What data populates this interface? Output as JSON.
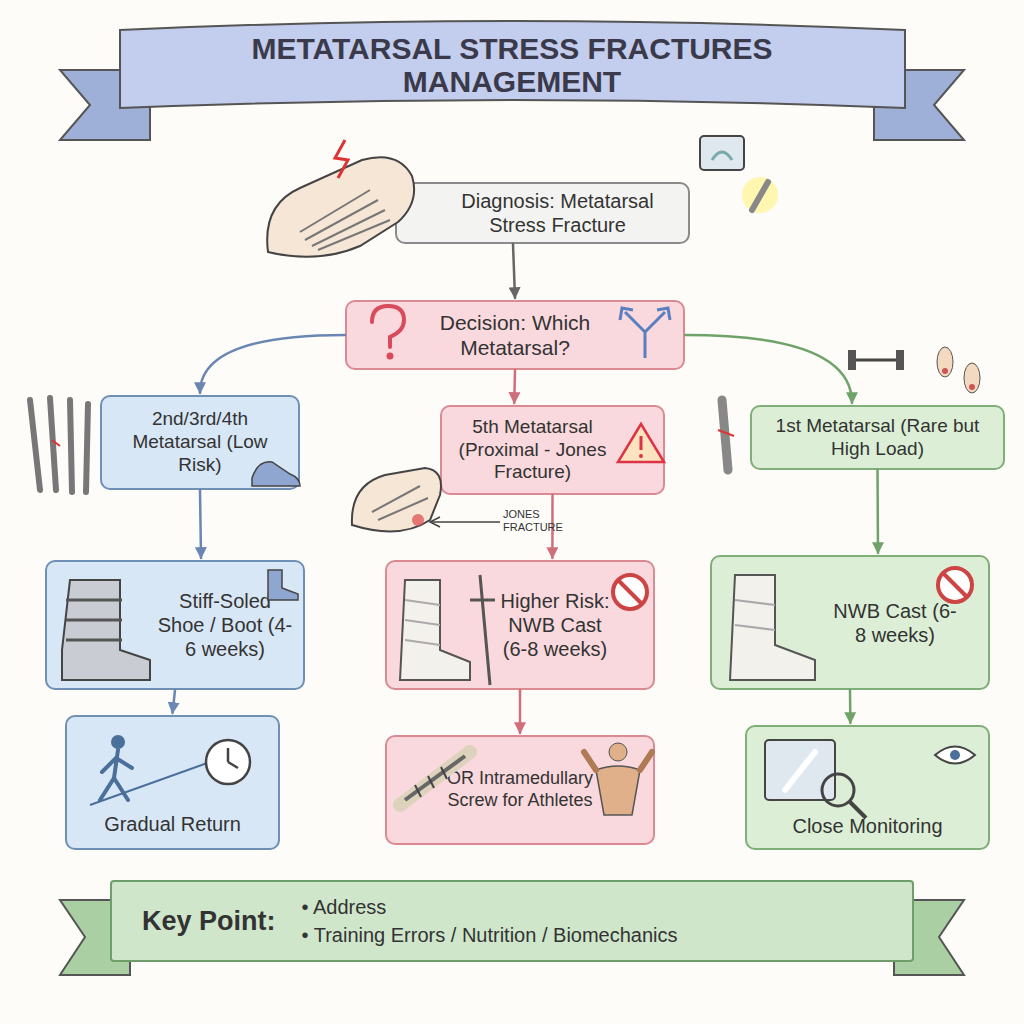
{
  "diagram": {
    "title": "METATARSAL STRESS FRACTURES MANAGEMENT",
    "nodes": [
      {
        "text": [
          "Diagnosis: Metatarsal Stress Fracture"
        ]
      },
      {
        "text": [
          "Decision: Which Metatarsal?"
        ]
      },
      {
        "text": [
          "2nd/3rd/4th Metatarsal (Low Risk)"
        ]
      },
      {
        "text": [
          "5th Metatarsal (Proximal - Jones Fracture)"
        ]
      },
      {
        "text": [
          "1st Metatarsal (Rare but High Load)"
        ]
      },
      {
        "text": [
          "Stiff-Soled Shoe / Boot (4-6 weeks)"
        ]
      },
      {
        "text": [
          "Higher Risk: NWB Cast (6-8 weeks)"
        ]
      },
      {
        "text": [
          "NWB Cast (6-8 weeks)"
        ]
      },
      {
        "text": [
          "Gradual Return"
        ]
      },
      {
        "text": [
          "OR Intramedullary Screw for Athletes"
        ]
      },
      {
        "text": [
          "Close Monitoring"
        ]
      },
      {
        "text": [
          "Key Point:",
          "• Address",
          "• Training Errors / Nutrition / Biomechanics"
        ]
      }
    ],
    "edges": [
      {
        "from": 0,
        "to": 1,
        "arrow": "to"
      },
      {
        "from": 1,
        "to": 2,
        "arrow": "to"
      },
      {
        "from": 1,
        "to": 3,
        "arrow": "to"
      },
      {
        "from": 1,
        "to": 4,
        "arrow": "to"
      },
      {
        "from": 2,
        "to": 5,
        "arrow": "to"
      },
      {
        "from": 3,
        "to": 6,
        "arrow": "to"
      },
      {
        "from": 4,
        "to": 7,
        "arrow": "to"
      },
      {
        "from": 5,
        "to": 8,
        "arrow": "to"
      },
      {
        "from": 6,
        "to": 9,
        "arrow": "to"
      },
      {
        "from": 7,
        "to": 10,
        "arrow": "to"
      }
    ],
    "labels": [
      "JONES FRACTURE"
    ]
  }
}
